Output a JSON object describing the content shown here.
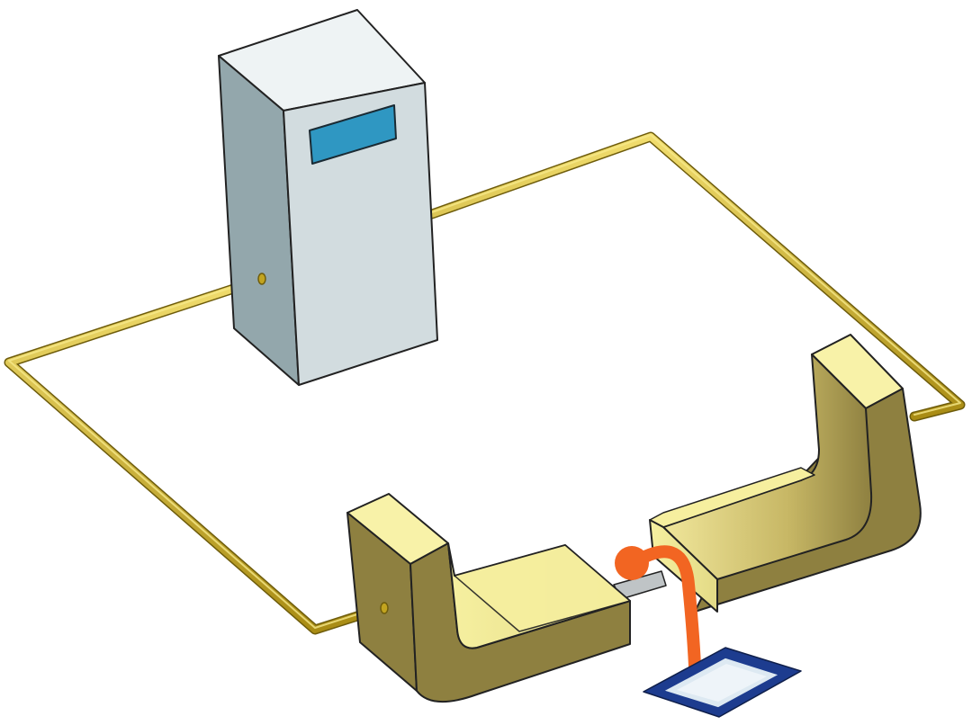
{
  "diagram": {
    "labels": [],
    "components": [
      {
        "id": "cabinet",
        "kind": "power-supply-cabinet",
        "has_display_window": true
      },
      {
        "id": "cable-loop",
        "kind": "conductor-loop"
      },
      {
        "id": "left-core",
        "kind": "u-shaped-core"
      },
      {
        "id": "right-core",
        "kind": "u-shaped-core"
      },
      {
        "id": "probe",
        "kind": "sensor-probe-with-cable"
      },
      {
        "id": "pad",
        "kind": "sensor-pad"
      }
    ]
  },
  "colors": {
    "cable": "#c2a41f",
    "cable_highlight": "#f1dd6e",
    "cabinet_front": "#d2dcdf",
    "cabinet_side": "#93a7ac",
    "cabinet_top": "#eef3f4",
    "display": "#2f97c2",
    "core_front": "#ede89a",
    "core_top": "#f8f2a8",
    "core_side": "#8e8040",
    "probe": "#f26522",
    "pad_outer": "#1d3c8f",
    "pad_inner": "#dde9f2"
  }
}
